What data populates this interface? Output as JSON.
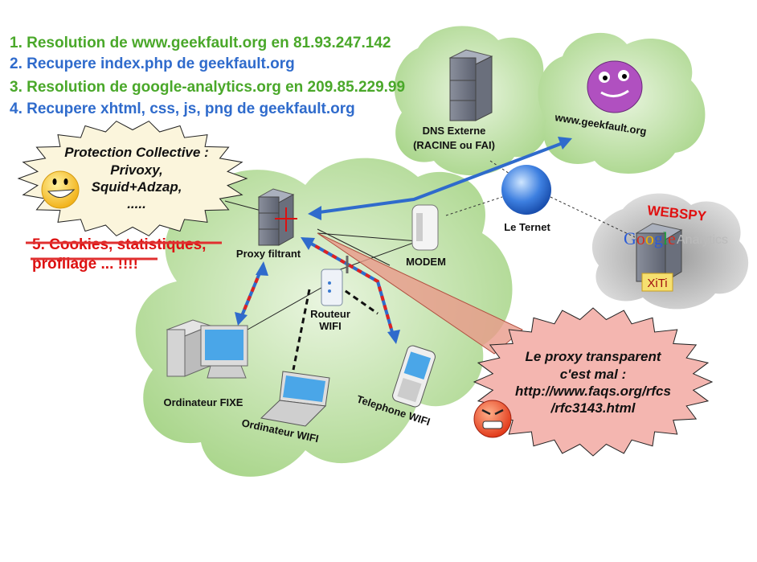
{
  "steps": [
    {
      "text": "1. Resolution de www.geekfault.org en 81.93.247.142",
      "color": "#4aa82a"
    },
    {
      "text": "2. Recupere index.php de geekfault.org",
      "color": "#2f6bcc"
    },
    {
      "text": "3. Resolution de google-analytics.org en 209.85.229.99",
      "color": "#4aa82a"
    },
    {
      "text": "4. Recupere xhtml, css, js, png de geekfault.org",
      "color": "#2f6bcc"
    }
  ],
  "protection_bubble": {
    "lines": [
      "Protection Collective :",
      "Privoxy,",
      "Squid+Adzap,",
      "....."
    ],
    "icon": "grinning-smiley-icon"
  },
  "struck_note": {
    "lines": [
      "5. Cookies, statistiques,",
      "profilage ... !!!!"
    ],
    "color": "#dd1111"
  },
  "warning_bubble": {
    "lines": [
      "Le proxy transparent",
      "c'est mal :",
      "http://www.faqs.org/rfcs",
      "/rfc3143.html"
    ],
    "icon": "angry-face-icon"
  },
  "nodes": {
    "dns": {
      "lines": [
        "DNS Externe",
        "(RACINE ou FAI)"
      ]
    },
    "site": {
      "label": "www.geekfault.org"
    },
    "internet": {
      "label": "Le Ternet"
    },
    "proxy": {
      "label": "Proxy filtrant"
    },
    "modem": {
      "label": "MODEM"
    },
    "router": {
      "lines": [
        "Routeur",
        "WIFI"
      ]
    },
    "desktop": {
      "label": "Ordinateur FIXE"
    },
    "laptop": {
      "label": "Ordinateur WIFI"
    },
    "phone": {
      "label": "Telephone WIFI"
    }
  },
  "trackers": {
    "title": "WEBSPY",
    "google": [
      "G",
      "o",
      "o",
      "g",
      "l",
      "e"
    ],
    "analytics": "Analytics",
    "xiti": "XiTi"
  },
  "colors": {
    "lan_cloud": "#b8dc9c",
    "arrow_blue": "#2f6bcc",
    "arrow_red": "#dd2222",
    "warning_fill": "#f4b6b0",
    "bubble_fill": "#fbf5dc"
  }
}
